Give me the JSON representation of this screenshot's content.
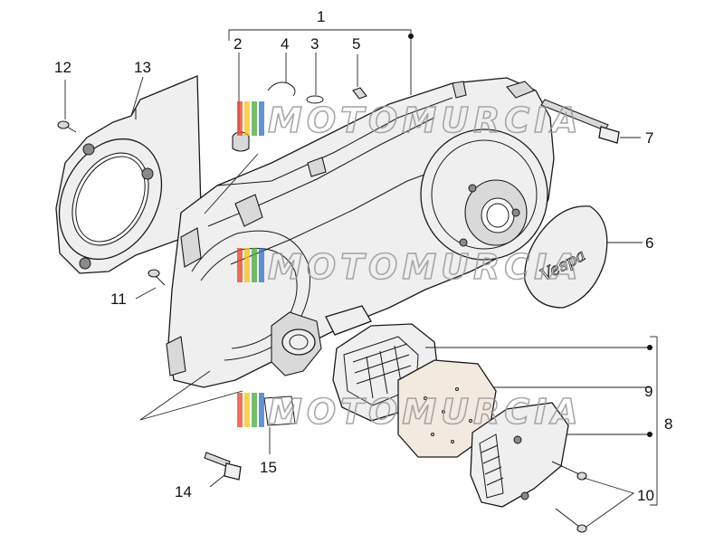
{
  "watermark": {
    "text": "MOTOMURCIA",
    "stripe_colors": [
      "#e8402a",
      "#f4c21c",
      "#48a83a",
      "#2f6fc0"
    ]
  },
  "callouts": [
    "1",
    "2",
    "3",
    "4",
    "5",
    "6",
    "7",
    "8",
    "9",
    "10",
    "11",
    "12",
    "13",
    "14",
    "15"
  ],
  "cover_logo": "Vespa"
}
